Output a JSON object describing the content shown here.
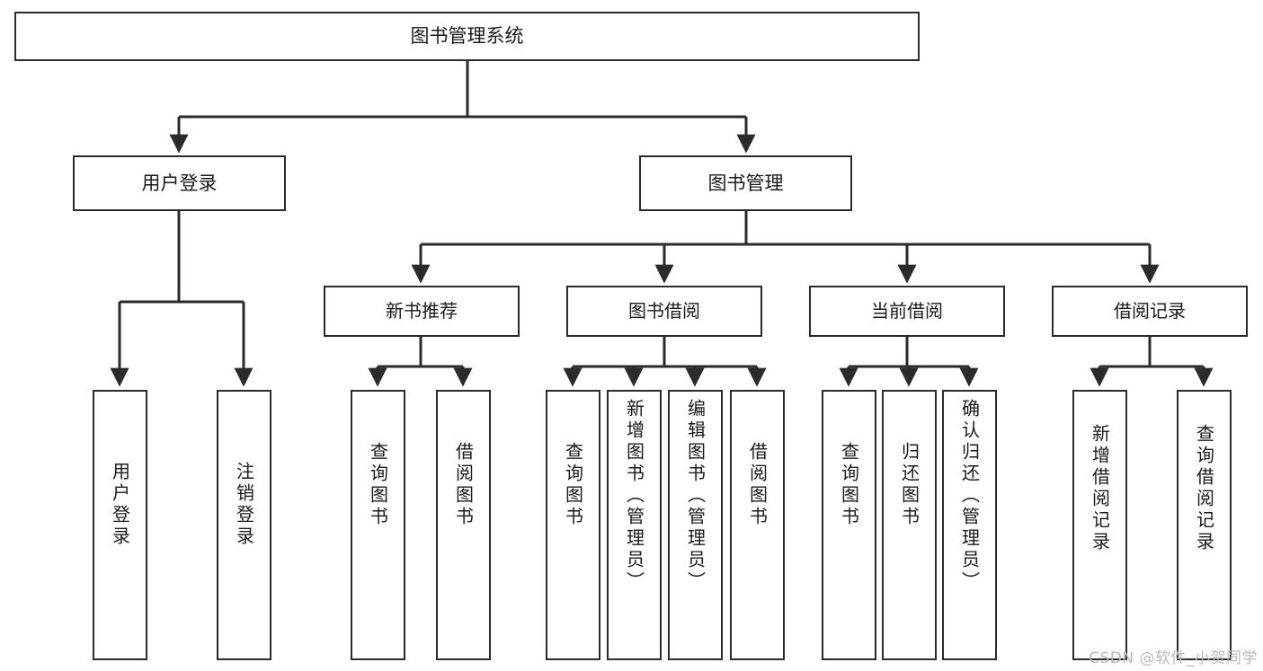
{
  "diagram": {
    "type": "tree-hierarchy",
    "title": "图书管理系统",
    "watermark": "CSDN @软件_小贺同学",
    "colors": {
      "stroke": "#2b2b2b",
      "fill": "#ffffff",
      "text": "#1a1a1a",
      "watermark": "#b9b9b9"
    },
    "nodes": {
      "root": {
        "label": "图书管理系统"
      },
      "level1": [
        {
          "id": "user-login",
          "label": "用户登录"
        },
        {
          "id": "book-manage",
          "label": "图书管理"
        }
      ],
      "level2": [
        {
          "id": "new-book-recommend",
          "label": "新书推荐"
        },
        {
          "id": "book-borrow",
          "label": "图书借阅"
        },
        {
          "id": "current-borrow",
          "label": "当前借阅"
        },
        {
          "id": "borrow-record",
          "label": "借阅记录"
        }
      ],
      "leaves": {
        "user_login": [
          {
            "id": "leaf-user-login",
            "label": "用户登录"
          },
          {
            "id": "leaf-logout",
            "label": "注销登录"
          }
        ],
        "new_book_recommend": [
          {
            "id": "leaf-query-book-1",
            "label": "查询图书"
          },
          {
            "id": "leaf-borrow-book-1",
            "label": "借阅图书"
          }
        ],
        "book_borrow": [
          {
            "id": "leaf-query-book-2",
            "label": "查询图书"
          },
          {
            "id": "leaf-add-book",
            "label": "新增图书（管理员）"
          },
          {
            "id": "leaf-edit-book",
            "label": "编辑图书（管理员）"
          },
          {
            "id": "leaf-borrow-book-2",
            "label": "借阅图书"
          }
        ],
        "current_borrow": [
          {
            "id": "leaf-query-book-3",
            "label": "查询图书"
          },
          {
            "id": "leaf-return-book",
            "label": "归还图书"
          },
          {
            "id": "leaf-confirm-return",
            "label": "确认归还（管理员）"
          }
        ],
        "borrow_record": [
          {
            "id": "leaf-add-record",
            "label": "新增借阅记录"
          },
          {
            "id": "leaf-query-record",
            "label": "查询借阅记录"
          }
        ]
      }
    },
    "edges": [
      {
        "from": "图书管理系统",
        "to": "用户登录"
      },
      {
        "from": "图书管理系统",
        "to": "图书管理"
      },
      {
        "from": "用户登录",
        "to": "用户登录"
      },
      {
        "from": "用户登录",
        "to": "注销登录"
      },
      {
        "from": "图书管理",
        "to": "新书推荐"
      },
      {
        "from": "图书管理",
        "to": "图书借阅"
      },
      {
        "from": "图书管理",
        "to": "当前借阅"
      },
      {
        "from": "图书管理",
        "to": "借阅记录"
      },
      {
        "from": "新书推荐",
        "to": "查询图书"
      },
      {
        "from": "新书推荐",
        "to": "借阅图书"
      },
      {
        "from": "图书借阅",
        "to": "查询图书"
      },
      {
        "from": "图书借阅",
        "to": "新增图书（管理员）"
      },
      {
        "from": "图书借阅",
        "to": "编辑图书（管理员）"
      },
      {
        "from": "图书借阅",
        "to": "借阅图书"
      },
      {
        "from": "当前借阅",
        "to": "查询图书"
      },
      {
        "from": "当前借阅",
        "to": "归还图书"
      },
      {
        "from": "当前借阅",
        "to": "确认归还（管理员）"
      },
      {
        "from": "借阅记录",
        "to": "新增借阅记录"
      },
      {
        "from": "借阅记录",
        "to": "查询借阅记录"
      }
    ]
  }
}
